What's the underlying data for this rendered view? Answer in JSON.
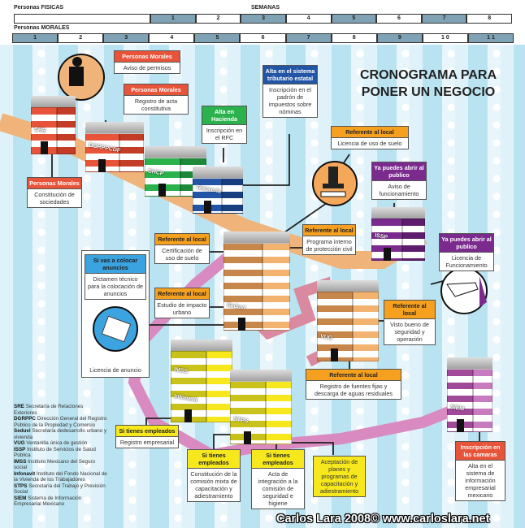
{
  "header": {
    "fisicas_label": "Personas FISICAS",
    "semanas_label": "SEMANAS",
    "morales_label": "Personas MORALES",
    "fisicas_weeks": [
      "1",
      "2",
      "3",
      "4",
      "5",
      "6",
      "7",
      "8"
    ],
    "morales_weeks": [
      "1",
      "2",
      "3",
      "4",
      "5",
      "6",
      "7",
      "8",
      "9",
      "1 0",
      "1 1"
    ]
  },
  "title": [
    "CRONOGRAMA PARA",
    "PONER UN NEGOCIO"
  ],
  "buildings": {
    "sre": "SRE",
    "dgrppc": "DGRPPCDF",
    "shcp": "SHCP",
    "tesoreria": "Tesorería",
    "seduvi": "Seduvi",
    "issp": "ISSP",
    "vug": "VUG",
    "imss": "IMSS",
    "infonavit": "Infonavit",
    "stps": "STPS",
    "siem": "SIEM"
  },
  "boxes": {
    "aviso": {
      "h": "Personas Morales",
      "t": "Aviso de permisos"
    },
    "acta": {
      "h": "Personas Morales",
      "t": "Registro de acta constitutiva"
    },
    "hacienda": {
      "h": "Alta en Hacienda",
      "t": "Inscripción en el RFC"
    },
    "estatal": {
      "h": "Alta en el sistema tributario estatal",
      "t": "Inscripción en el padrón de impuestos sobre nóminas"
    },
    "suelo": {
      "h": "Referente al local",
      "t": "Licencia de uso de suelo"
    },
    "aviso_func": {
      "h": "Ya puedes abrir al publico",
      "t": "Aviso de funcionamiento"
    },
    "lic_func": {
      "h": "Ya puedes abrir al publico",
      "t": "Licencia de Funcionamiento"
    },
    "sociedades": {
      "h": "Personas Morales",
      "t": "Constitución de sociedades"
    },
    "civil": {
      "h": "Referente al local",
      "t": "Programa interno de protección civil"
    },
    "cert": {
      "h": "Referente al local",
      "t": "Certificación de uso de suelo"
    },
    "anuncios": {
      "h": "Si vas a colocar anuncios",
      "t": "Dictamen técnico para la colocación de anuncios",
      "foot": "Licencia de anuncio"
    },
    "impacto": {
      "h": "Referente al local",
      "t": "Estudio de impacto urbano"
    },
    "visto": {
      "h": "Referente al local",
      "t": "Visto bueno de seguridad y operación"
    },
    "fuentes": {
      "h": "Referente al local",
      "t": "Registro de fuentes fijas y descarga de aguas residuales"
    },
    "empresarial": {
      "h": "Si tienes empleados",
      "t": "Registro empresarial"
    },
    "mixta": {
      "h": "Si tienes empleados",
      "t": "Constitución de la comisión mixta de capacitación y adiestramiento"
    },
    "higiene": {
      "h": "Si tienes empleados",
      "t": "Acta de integración a la comisión de seguridad e higiene"
    },
    "planes": {
      "t": "Aceptación de planes y programas de capacitación y adiestramiento"
    },
    "camaras": {
      "h": "Inscripción en las camaras",
      "t": "Alta en el sistema de información empresarial mexicano"
    }
  },
  "legend": [
    {
      "k": "SRE",
      "v": "Secretaría de Relaciones Exteriores"
    },
    {
      "k": "DGRPPC",
      "v": "Dirección General del Registro Público de la Propiedad y Comercio"
    },
    {
      "k": "Seduvi",
      "v": "Secretaría dedesarrollo urbano y vivienda"
    },
    {
      "k": "VUG",
      "v": "Ventanilla única de gestión"
    },
    {
      "k": "ISSP",
      "v": "Instituto de Servicios de Salud Pública"
    },
    {
      "k": "IMSS",
      "v": "Instituto Mexicano del Seguro social"
    },
    {
      "k": "Infonavit",
      "v": "Instituto del Fondo Nacional de la Vivienda de los Trabajadores"
    },
    {
      "k": "STPS",
      "v": "Secretaría del Trabajo y Previsión Social"
    },
    {
      "k": "SIEM",
      "v": "Sistema de Información Empresarial Mexicano"
    }
  ],
  "watermark": "Carlos Lara 2008© www.carloslara.net",
  "colors": {
    "red": "#e8543a",
    "green": "#2bb24c",
    "blue": "#2355a6",
    "orange": "#f5a01f",
    "purple": "#7b2a8e",
    "yellow": "#f7e81e",
    "sky": "#3aa3e0"
  }
}
